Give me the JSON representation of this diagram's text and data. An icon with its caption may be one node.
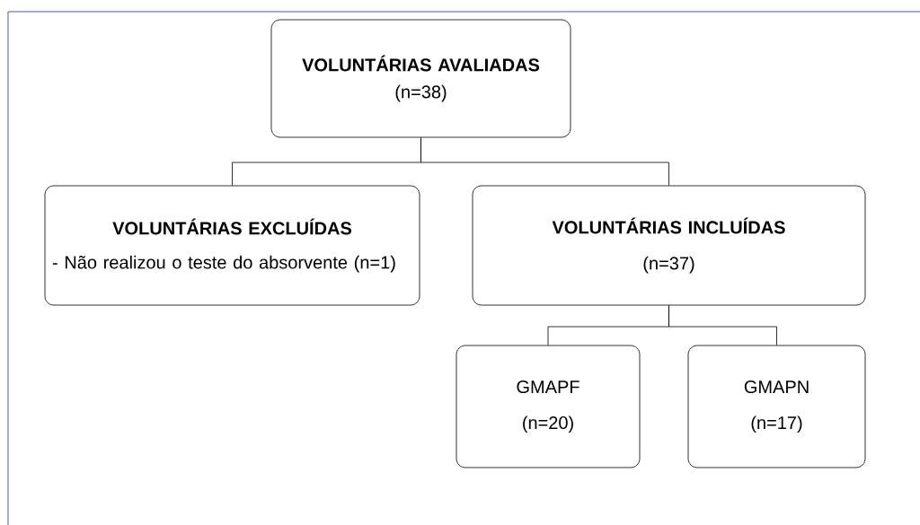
{
  "diagram": {
    "nodes": [
      {
        "text": [
          "**VOLUNTÁRIAS AVALIADAS**",
          "(n=38)"
        ]
      },
      {
        "text": [
          "**VOLUNTÁRIAS EXCLUÍDAS**",
          "- Não realizou o teste do absorvente (n=1)"
        ]
      },
      {
        "text": [
          "**VOLUNTÁRIAS INCLUÍDAS**",
          "(n=37)"
        ]
      },
      {
        "text": [
          "GMAPF",
          "(n=20)"
        ]
      },
      {
        "text": [
          "GMAPN",
          "(n=17)"
        ]
      }
    ],
    "edges": [
      {
        "from": 0,
        "to": 1,
        "arrow": "none"
      },
      {
        "from": 0,
        "to": 2,
        "arrow": "none"
      },
      {
        "from": 2,
        "to": 3,
        "arrow": "none"
      },
      {
        "from": 2,
        "to": 4,
        "arrow": "none"
      }
    ]
  }
}
